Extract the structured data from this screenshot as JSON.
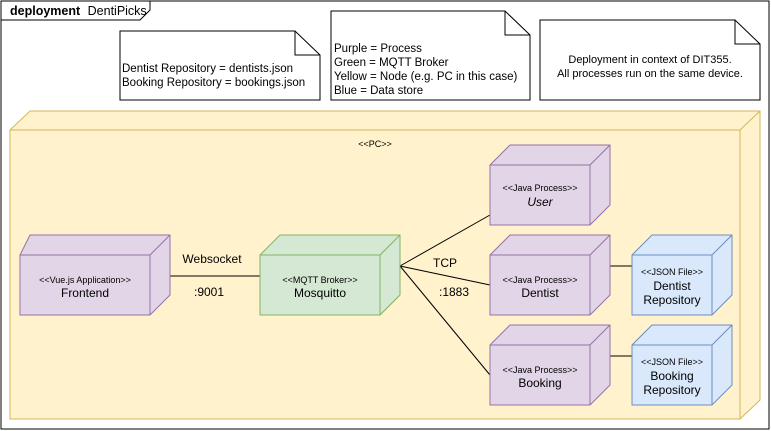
{
  "frame": {
    "keyword": "deployment",
    "name": "DentiPicks"
  },
  "notes": {
    "repositories": {
      "lines": [
        "Dentist Repository = dentists.json",
        "Booking Repository = bookings.json"
      ]
    },
    "legend": {
      "lines": [
        "Purple = Process",
        "Green = MQTT Broker",
        "Yellow = Node (e.g. PC in this case)",
        "Blue = Data store"
      ]
    },
    "context": {
      "lines": [
        "Deployment in context of DIT355.",
        "All processes run on the same device."
      ]
    }
  },
  "pc_node": {
    "stereotype": "<<PC>>"
  },
  "nodes": {
    "frontend": {
      "stereotype": "<<Vue.js Application>>",
      "name": "Frontend"
    },
    "mosquitto": {
      "stereotype": "<<MQTT Broker>>",
      "name": "Mosquitto"
    },
    "user": {
      "stereotype": "<<Java Process>>",
      "name": "User"
    },
    "dentist": {
      "stereotype": "<<Java Process>>",
      "name": "Dentist"
    },
    "booking": {
      "stereotype": "<<Java Process>>",
      "name": "Booking"
    },
    "dentist_repo": {
      "stereotype": "<<JSON File>>",
      "name_lines": [
        "Dentist",
        "Repository"
      ]
    },
    "booking_repo": {
      "stereotype": "<<JSON File>>",
      "name_lines": [
        "Booking",
        "Repository"
      ]
    }
  },
  "connections": {
    "websocket": {
      "label": "Websocket",
      "port": ":9001"
    },
    "tcp": {
      "label": "TCP",
      "port": ":1883"
    }
  },
  "colors": {
    "process_fill": "#e1d5e7",
    "process_stroke": "#9673a6",
    "broker_fill": "#d5e8d4",
    "broker_stroke": "#82b366",
    "node_fill": "#fff2cc",
    "node_stroke": "#d6b656",
    "store_fill": "#dae8fc",
    "store_stroke": "#6c8ebf"
  }
}
